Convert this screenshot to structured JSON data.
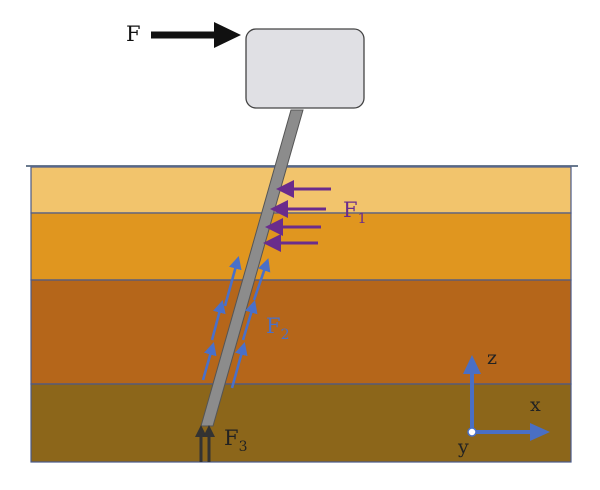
{
  "labels": {
    "force": "F",
    "f1": "F",
    "f1_sub": "1",
    "f2": "F",
    "f2_sub": "2",
    "f3": "F",
    "f3_sub": "3",
    "axis_z": "z",
    "axis_x": "x",
    "axis_y": "y"
  },
  "colors": {
    "layer1": "#F2C46C",
    "layer2": "#E0961F",
    "layer3": "#B5661A",
    "layer4": "#8C661A",
    "layer_border": "#4A5A8A",
    "pile": "#8C8C8C",
    "cap": "#E0E0E4",
    "force_arrow": "#111111",
    "f1_arrows": "#6A2C8C",
    "f2_arrows": "#4A70C8",
    "f3_arrows": "#333333",
    "axes": "#4A6FC4"
  },
  "icons": {
    "applied_force": "right-arrow-icon",
    "f1": "left-arrow-icon",
    "f2": "up-arrow-icon",
    "f3": "up-arrow-icon"
  }
}
